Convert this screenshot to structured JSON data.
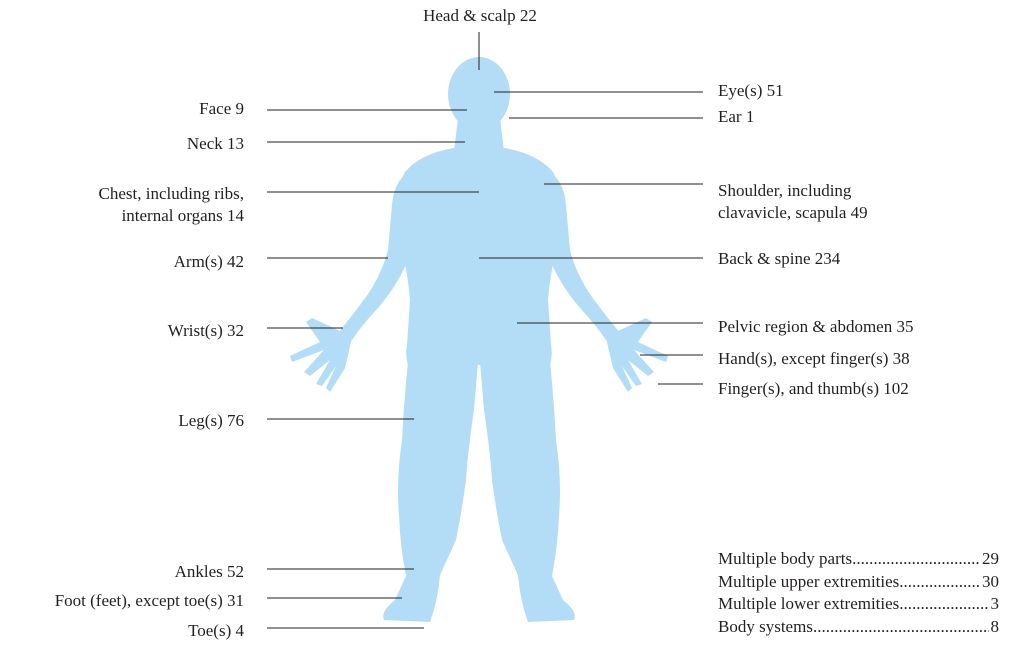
{
  "colors": {
    "body": "#b3dcf6",
    "line": "#231f20",
    "text": "#231f20"
  },
  "labels": {
    "head": "Head & scalp 22",
    "eyes": "Eye(s) 51",
    "ear": "Ear 1",
    "face": "Face 9",
    "neck": "Neck 13",
    "chest_1": "Chest, including ribs,",
    "chest_2": "internal organs 14",
    "shoulder_1": "Shoulder, including",
    "shoulder_2": "clavavicle, scapula 49",
    "arms": "Arm(s) 42",
    "back": "Back & spine 234",
    "wrists": "Wrist(s) 32",
    "pelvic": "Pelvic region & abdomen 35",
    "hands": "Hand(s), except finger(s) 38",
    "fingers": "Finger(s), and thumb(s) 102",
    "legs": "Leg(s) 76",
    "ankles": "Ankles 52",
    "foot": "Foot (feet), except toe(s) 31",
    "toes": "Toe(s) 4"
  },
  "summary": [
    {
      "label": "Multiple body parts",
      "value": "29"
    },
    {
      "label": "Multiple upper extremities",
      "value": "30"
    },
    {
      "label": "Multiple lower extremities",
      "value": "3"
    },
    {
      "label": "Body systems",
      "value": "8"
    }
  ]
}
